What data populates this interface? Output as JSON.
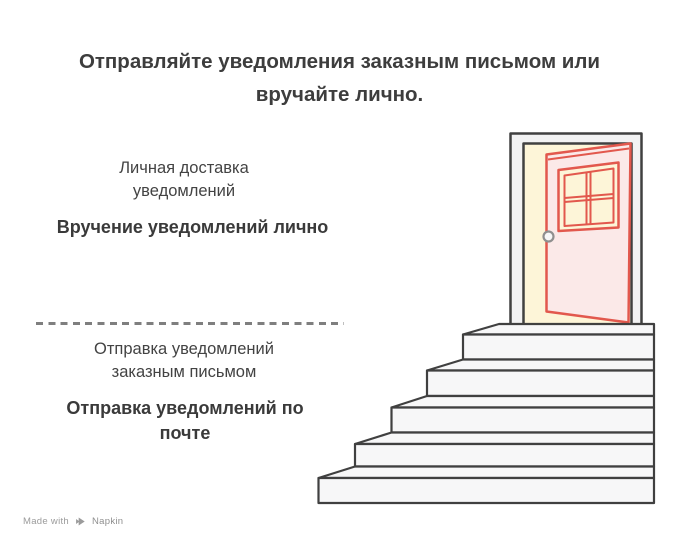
{
  "title": {
    "lines": [
      "Отправляйте уведомления заказным письмом или",
      "вручайте лично."
    ]
  },
  "groups": {
    "personal": {
      "sub_lines": [
        "Личная доставка",
        "уведомлений"
      ],
      "main": "Вручение уведомлений лично"
    },
    "mail": {
      "sub_lines": [
        "Отправка уведомлений",
        "заказным письмом"
      ],
      "main_lines": [
        "Отправка уведомлений по",
        "почте"
      ]
    }
  },
  "illustration": {
    "description": "open-door-at-top-of-staircase",
    "icons": [
      "door-icon",
      "door-window-icon",
      "door-knob-icon",
      "staircase-icon"
    ],
    "colors": {
      "door_pink": "#fbe9e8",
      "door_red": "#e2584d",
      "interior_yellow": "#fdf5d8",
      "frame_gray": "#f2f2f3",
      "stair_fill": "#f7f7f8",
      "stroke_dark": "#404040",
      "dash_gray": "#7f7f7f",
      "knob_gray": "#8f8f8f"
    }
  },
  "text_colors": {
    "title": "#3d3d3d",
    "labels": "#3f3f3f",
    "footer": "#9b9b9b"
  },
  "footer": {
    "made_with": "Made with",
    "brand": "Napkin"
  }
}
